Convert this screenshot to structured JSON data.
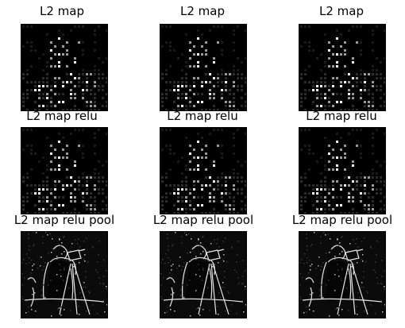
{
  "figure": {
    "rows": [
      {
        "panels": [
          {
            "title": "L2 map",
            "kind": "map"
          },
          {
            "title": "L2 map",
            "kind": "map"
          },
          {
            "title": "L2 map",
            "kind": "map"
          }
        ]
      },
      {
        "panels": [
          {
            "title": "L2 map relu",
            "kind": "map"
          },
          {
            "title": "L2 map relu",
            "kind": "map"
          },
          {
            "title": "L2 map relu",
            "kind": "map"
          }
        ]
      },
      {
        "panels": [
          {
            "title": "L2 map relu pool",
            "kind": "pool"
          },
          {
            "title": "L2 map relu pool",
            "kind": "pool"
          },
          {
            "title": "L2 map relu pool",
            "kind": "pool"
          }
        ]
      }
    ]
  },
  "colors": {
    "panel_background": "#000000",
    "bright": "#ffffff",
    "dim": "#3a3a3a"
  }
}
